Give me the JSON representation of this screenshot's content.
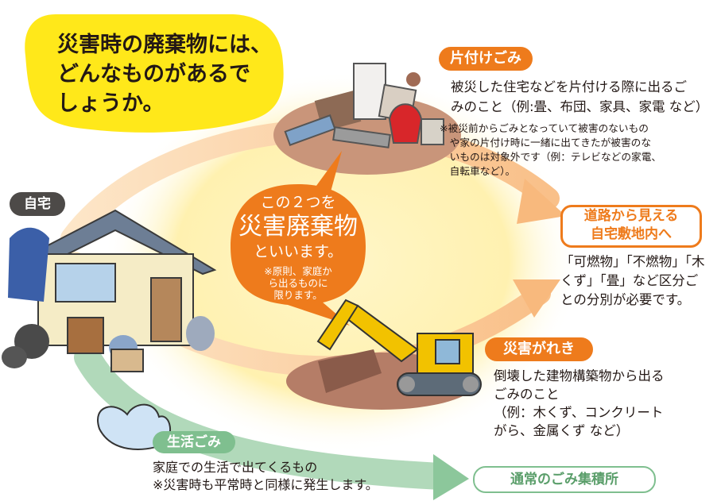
{
  "title": {
    "line1": "災害時の廃棄物には、",
    "line2": "どんなものがあるで",
    "line3": "しょうか。"
  },
  "home_label": "自宅",
  "katazuke": {
    "label": "片付けごみ",
    "desc_line1": "被災した住宅などを片付ける際に出るご",
    "desc_line2": "みのこと（例:畳、布団、家具、家電 など）",
    "note_line1": "※被災前からごみとなっていて被害のないもの",
    "note_line2": "　や家の片付け時に一緒に出てきたが被害のな",
    "note_line3": "　いものは対象外です（例：テレビなどの家電、",
    "note_line4": "　自転車など）。"
  },
  "center": {
    "line1": "この２つを",
    "line2": "災害廃棄物",
    "line3": "といいます。",
    "note_line1": "※原則、家庭か",
    "note_line2": "ら出るものに",
    "note_line3": "限ります。"
  },
  "road": {
    "box_line1": "道路から見える",
    "box_line2": "自宅敷地内へ",
    "desc_line1": "「可燃物」「不燃物」「木",
    "desc_line2": "くず」「畳」など区分ご",
    "desc_line3": "との分別が必要です。"
  },
  "gareki": {
    "label": "災害がれき",
    "desc_line1": "倒壊した建物構築物から出る",
    "desc_line2": "ごみのこと",
    "desc_line3": "（例：木くず、コンクリート",
    "desc_line4": "がら、金属くず など）"
  },
  "seikatsu": {
    "label": "生活ごみ",
    "desc_line1": "家庭での生活で出てくるもの",
    "desc_line2": "※災害時も平常時と同様に発生します。"
  },
  "normal_site": "通常のごみ集積所",
  "colors": {
    "orange": "#ee7b1c",
    "yellow_bubble": "#ffe81a",
    "green_arrow": "#8cc79b",
    "dark_label": "#4d4a48",
    "peach_arrow": "#f9c99a"
  }
}
